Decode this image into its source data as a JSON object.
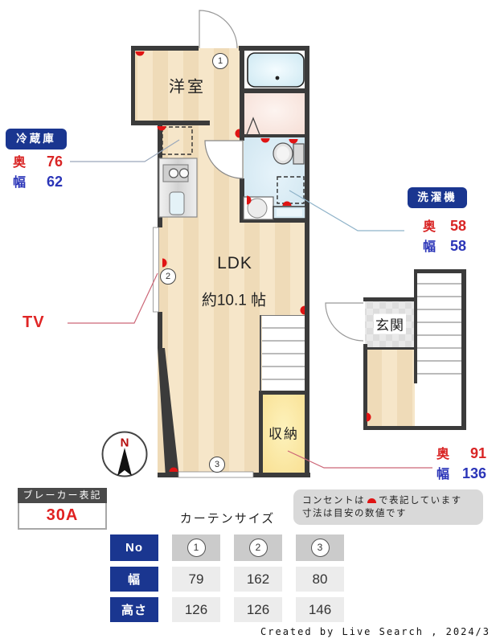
{
  "colors": {
    "navy": "#1a3690",
    "red_text": "#d92525",
    "blue_text": "#2b35b8",
    "wall": "#3b3b3b",
    "floor_light": "#f6e6c9",
    "floor_dark": "#efdbb8",
    "closet_yellow": "#f9e093",
    "washroom_blue": "#cde4ef",
    "outlet_red": "#e01414",
    "legend_gray": "#d9d9d9"
  },
  "plan": {
    "rooms": {
      "western_room": "洋室",
      "ldk": "LDK",
      "ldk_size": "約10.1 帖",
      "closet": "収納",
      "entrance": "玄関"
    },
    "window_numbers": {
      "n1": "1",
      "n2": "2",
      "n3": "3"
    },
    "compass_north": "N",
    "annotations": {
      "fridge": {
        "title": "冷蔵庫",
        "rows": [
          {
            "label": "奥",
            "value": "76"
          },
          {
            "label": "幅",
            "value": "62"
          }
        ]
      },
      "washer": {
        "title": "洗濯機",
        "rows": [
          {
            "label": "奥",
            "value": "58"
          },
          {
            "label": "幅",
            "value": "58"
          }
        ]
      },
      "tv": "TV",
      "closet_dims": {
        "rows": [
          {
            "label": "奥",
            "value": "91"
          },
          {
            "label": "幅",
            "value": "136"
          }
        ]
      }
    }
  },
  "breaker": {
    "title": "ブレーカー表記",
    "value": "30A"
  },
  "legend": {
    "line1_pre": "コンセントは",
    "line1_post": "で表記しています",
    "line2": "寸法は目安の数値です"
  },
  "curtain_table": {
    "title": "カーテンサイズ",
    "row_headers": [
      "No",
      "幅",
      "高さ"
    ],
    "column_numbers": [
      "1",
      "2",
      "3"
    ],
    "width_values": [
      "79",
      "162",
      "80"
    ],
    "height_values": [
      "126",
      "126",
      "146"
    ]
  },
  "footer_credit": "Created by Live Search , 2024/3"
}
